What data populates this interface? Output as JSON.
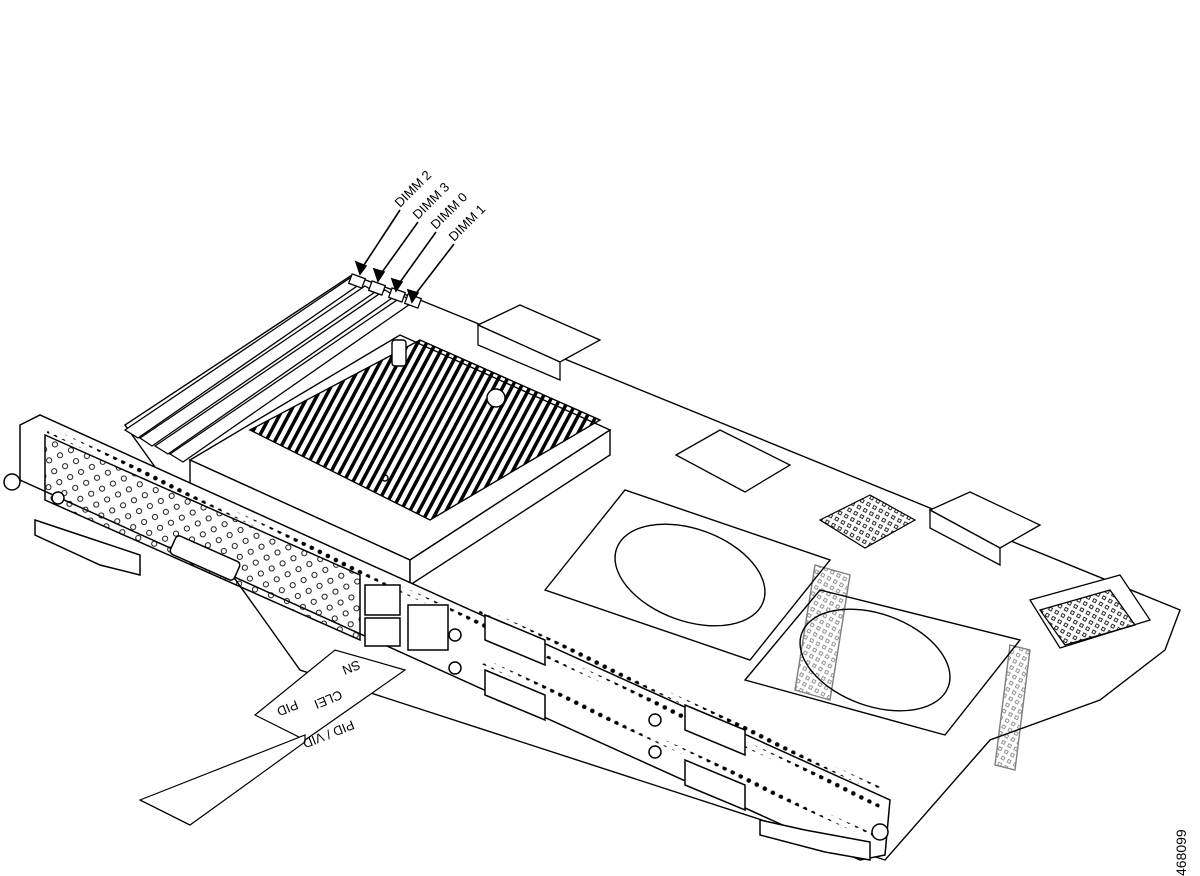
{
  "diagram": {
    "callouts": [
      "DIMM 2",
      "DIMM 3",
      "DIMM 0",
      "DIMM 1"
    ],
    "tag": {
      "lines": [
        "PID",
        "CLEI",
        "PID / VID",
        "SN"
      ]
    },
    "figure_number": "468099",
    "colors": {
      "line": "#000000",
      "background": "#ffffff",
      "hatch": "#000000"
    }
  }
}
